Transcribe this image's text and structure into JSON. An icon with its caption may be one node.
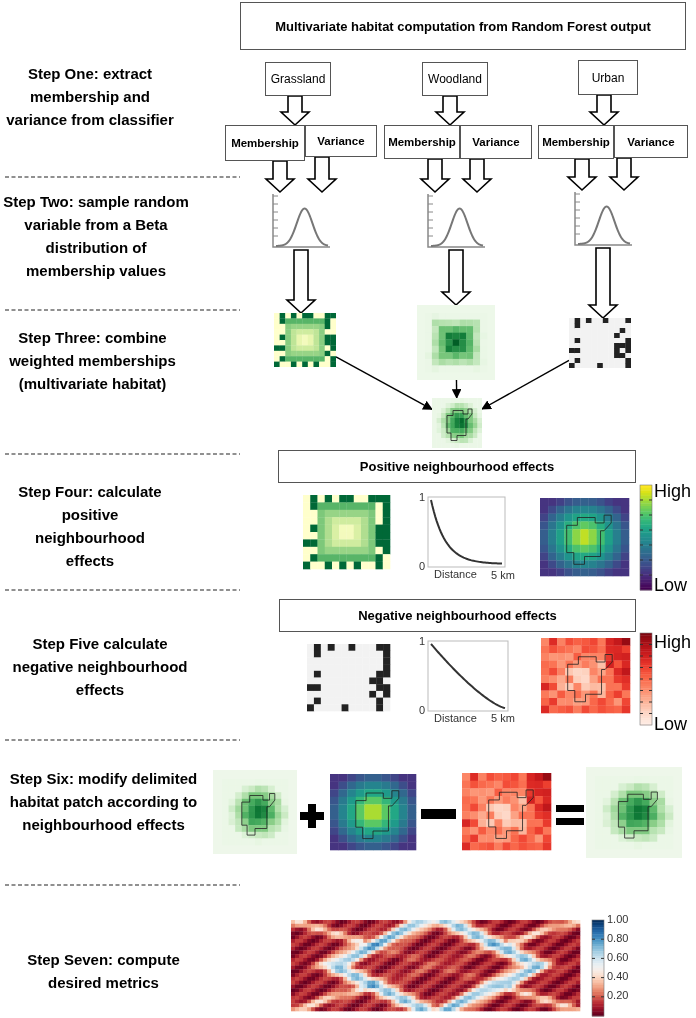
{
  "diagram": {
    "nodes": [
      {
        "text": [
          "Multivariate habitat computation from Random Forest output"
        ]
      },
      {
        "text": [
          "Grassland"
        ]
      },
      {
        "text": [
          "Woodland"
        ]
      },
      {
        "text": [
          "Urban"
        ]
      },
      {
        "text": [
          "Membership"
        ]
      },
      {
        "text": [
          "Variance"
        ]
      },
      {
        "text": [
          "Membership"
        ]
      },
      {
        "text": [
          "Variance"
        ]
      },
      {
        "text": [
          "Membership"
        ]
      },
      {
        "text": [
          "Variance"
        ]
      },
      {
        "text": [],
        "shape": "picture"
      },
      {
        "text": [],
        "shape": "picture"
      },
      {
        "text": [],
        "shape": "picture"
      },
      {
        "text": [],
        "shape": "picture"
      },
      {
        "text": [],
        "shape": "picture"
      },
      {
        "text": [],
        "shape": "picture"
      },
      {
        "text": [],
        "shape": "picture"
      },
      {
        "text": [
          "Positive neighbourhood effects"
        ]
      },
      {
        "text": [
          "Negative neighbourhood effects"
        ]
      }
    ],
    "edges": [
      {
        "from": 1,
        "to": 4,
        "arrow": "to",
        "style": "thick"
      },
      {
        "from": 2,
        "to": 6,
        "arrow": "to",
        "style": "thick"
      },
      {
        "from": 3,
        "to": 8,
        "arrow": "to",
        "style": "thick"
      },
      {
        "from": 4,
        "to": 10,
        "arrow": "to",
        "style": "thick"
      },
      {
        "from": 5,
        "to": 10,
        "arrow": "to",
        "style": "thick"
      },
      {
        "from": 6,
        "to": 11,
        "arrow": "to",
        "style": "thick"
      },
      {
        "from": 7,
        "to": 11,
        "arrow": "to",
        "style": "thick"
      },
      {
        "from": 8,
        "to": 12,
        "arrow": "to",
        "style": "thick"
      },
      {
        "from": 9,
        "to": 12,
        "arrow": "to",
        "style": "thick"
      },
      {
        "from": 10,
        "to": 13,
        "arrow": "to",
        "style": "thick"
      },
      {
        "from": 11,
        "to": 14,
        "arrow": "to",
        "style": "thick"
      },
      {
        "from": 12,
        "to": 15,
        "arrow": "to",
        "style": "thick"
      },
      {
        "from": 13,
        "to": 16,
        "arrow": "to"
      },
      {
        "from": 14,
        "to": 16,
        "arrow": "to"
      },
      {
        "from": 15,
        "to": 16,
        "arrow": "to"
      }
    ],
    "labels": [
      "Step One: extract membership and variance from classifier",
      "Step Two: sample random variable from a Beta distribution of membership values",
      "Step Three: combine weighted memberships (multivariate habitat)",
      "Step Four: calculate positive neighbourhood effects",
      "1",
      "0",
      "Distance",
      "5 km",
      "High",
      "Low",
      "Step Five calculate negative neighbourhood effects",
      "1",
      "0",
      "Distance",
      "5 km",
      "High",
      "Low",
      "Step Six: modify delimited habitat patch according to neighbourhood effects",
      "Step Seven: compute desired metrics",
      "1.00",
      "0.80",
      "0.60",
      "0.40",
      "0.20"
    ]
  }
}
